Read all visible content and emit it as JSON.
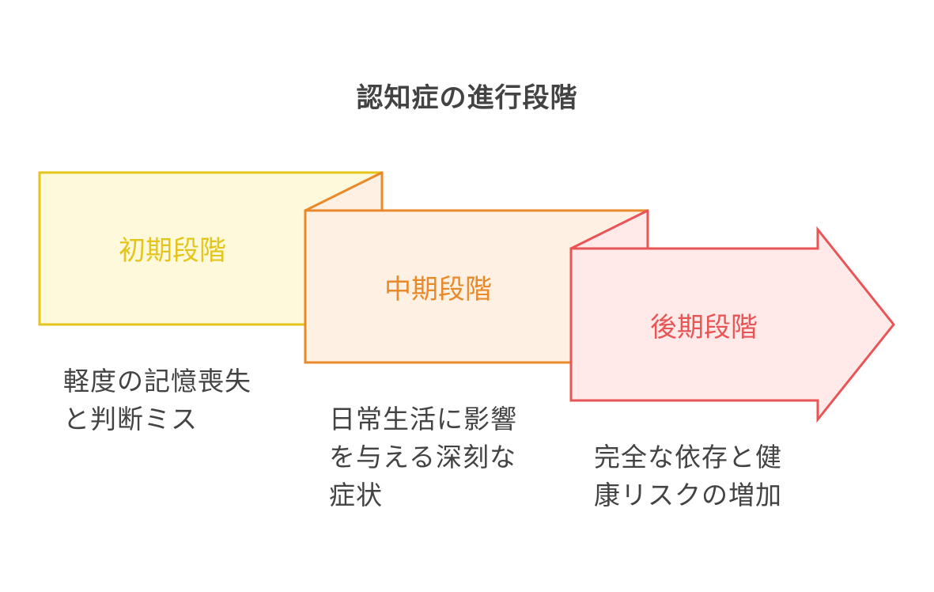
{
  "title": "認知症の進行段階",
  "stages": [
    {
      "label": "初期段階",
      "description": "軽度の記憶喪失\nと判断ミス",
      "fill": "#fff9db",
      "stroke": "#e3c51c",
      "text_color": "#e3c51c"
    },
    {
      "label": "中期段階",
      "description": "日常生活に影響\nを与える深刻な\n症状",
      "fill": "#fff0e4",
      "stroke": "#e8892a",
      "text_color": "#e8892a"
    },
    {
      "label": "後期段階",
      "description": "完全な依存と健\n康リスクの増加",
      "fill": "#ffe9e9",
      "stroke": "#e85555",
      "text_color": "#e85555"
    }
  ]
}
